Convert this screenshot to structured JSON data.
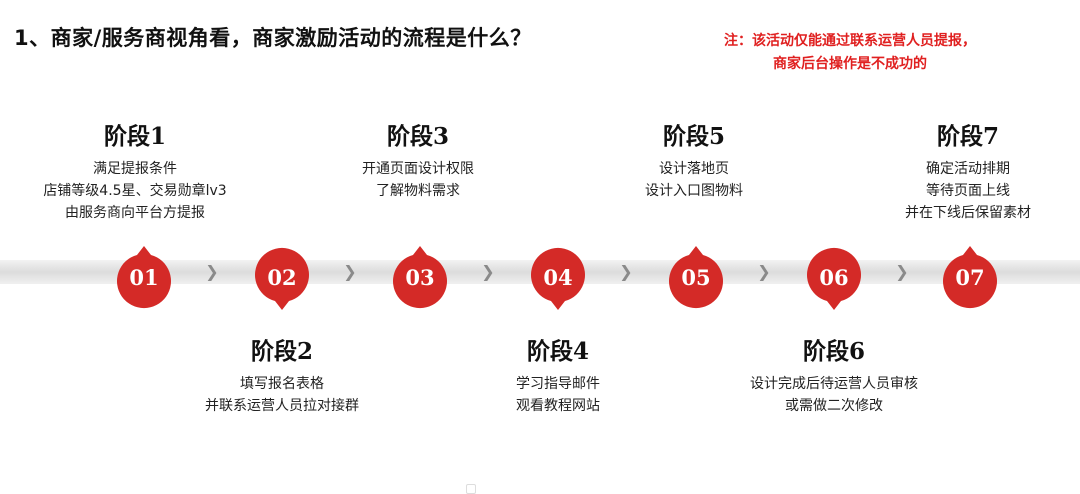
{
  "title": "1、商家/服务商视角看，商家激励活动的流程是什么？",
  "note": {
    "line1": "注：该活动仅能通过联系运营人员提报，",
    "line2": "商家后台操作是不成功的"
  },
  "colors": {
    "node_red": "#d42a27",
    "note_red": "#e02020",
    "chevron": "#8a8a8a"
  },
  "nodes": [
    "01",
    "02",
    "03",
    "04",
    "05",
    "06",
    "07"
  ],
  "stages": [
    {
      "title": "阶段1",
      "lines": [
        "满足提报条件",
        "店铺等级4.5星、交易勋章lv3",
        "由服务商向平台方提报"
      ]
    },
    {
      "title": "阶段2",
      "lines": [
        "填写报名表格",
        "并联系运营人员拉对接群"
      ]
    },
    {
      "title": "阶段3",
      "lines": [
        "开通页面设计权限",
        "了解物料需求"
      ]
    },
    {
      "title": "阶段4",
      "lines": [
        "学习指导邮件",
        "观看教程网站"
      ]
    },
    {
      "title": "阶段5",
      "lines": [
        "设计落地页",
        "设计入口图物料"
      ]
    },
    {
      "title": "阶段6",
      "lines": [
        "设计完成后待运营人员审核",
        "或需做二次修改"
      ]
    },
    {
      "title": "阶段7",
      "lines": [
        "确定活动排期",
        "等待页面上线",
        "并在下线后保留素材"
      ]
    }
  ],
  "chevron_glyph": "❯"
}
